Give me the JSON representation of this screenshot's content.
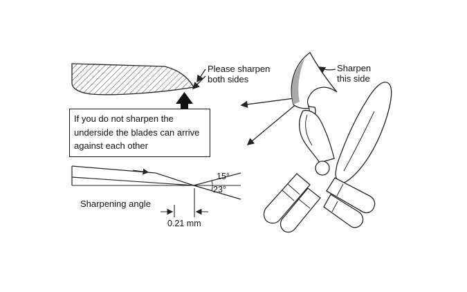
{
  "labels": {
    "sharpen_both": "Please sharpen both sides",
    "sharpen_side": "Sharpen this side",
    "warning_note": "If you do not sharpen the underside the blades can arrive against each other",
    "sharpening_angle": "Sharpening angle",
    "angle_upper": "15°",
    "angle_lower": "23°",
    "edge_distance": "0.21 mm"
  },
  "colors": {
    "line": "#222222",
    "background": "#ffffff",
    "solid_arrow": "#111111",
    "blade_shading": "#a9a9a9"
  }
}
